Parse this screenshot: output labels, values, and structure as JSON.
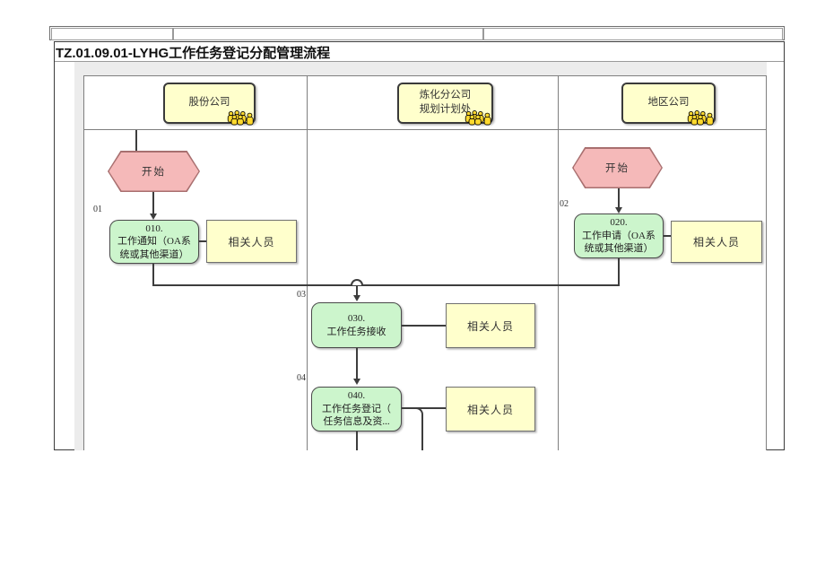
{
  "window": {
    "title": "TZ.01.09.01-LYHG工作任务登记分配管理流程"
  },
  "top_table": {
    "cells": [
      "",
      "",
      ""
    ]
  },
  "swimlanes": [
    {
      "header_lines": [
        "股份公司",
        ""
      ],
      "icon": "people-group-icon"
    },
    {
      "header_lines": [
        "炼化分公司",
        "规划计划处"
      ],
      "icon": "people-group-icon"
    },
    {
      "header_lines": [
        "地区公司",
        ""
      ],
      "icon": "people-group-icon"
    }
  ],
  "flow": {
    "starts": [
      {
        "label": "开始"
      },
      {
        "label": "开始"
      }
    ],
    "steps": [
      {
        "num": "01",
        "lines": [
          "010.",
          "工作通知（OA系",
          "统或其他渠道）"
        ],
        "aside": "相关人员"
      },
      {
        "num": "02",
        "lines": [
          "020.",
          "工作申请（OA系",
          "统或其他渠道）"
        ],
        "aside": "相关人员"
      },
      {
        "num": "03",
        "lines": [
          "030.",
          "工作任务接收",
          ""
        ],
        "aside": "相关人员"
      },
      {
        "num": "04",
        "lines": [
          "040.",
          "工作任务登记（",
          "任务信息及资..."
        ],
        "aside": "相关人员"
      }
    ]
  },
  "colors": {
    "process_fill": "#ccf5cc",
    "start_fill": "#f5b9b9",
    "annotation_fill": "#ffffcc",
    "lane_border": "#7f7f7f",
    "flow_line": "#3d3d3d",
    "margin_grey": "#ececec"
  }
}
